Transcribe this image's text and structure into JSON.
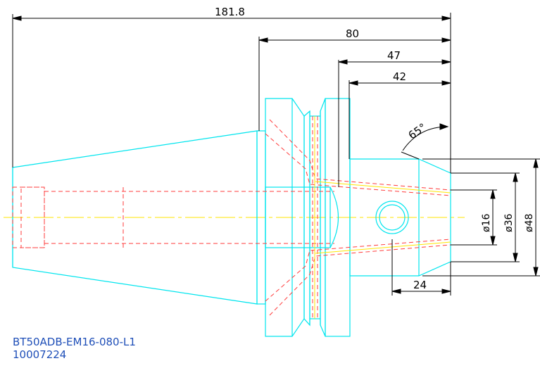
{
  "drawing": {
    "dimensions": {
      "overall_length": "181.8",
      "flange_to_end": "80",
      "length_47": "47",
      "length_42": "42",
      "angle": "65°",
      "bore_diameter": "ø16",
      "body_diameter": "ø36",
      "nose_diameter": "ø48",
      "screw_offset": "24"
    },
    "part_code": "BT50ADB-EM16-080-L1",
    "part_number": "10007224"
  },
  "colors": {
    "outline": "#00e5ee",
    "hidden": "#ff3b3b",
    "centerline": "#ffe600",
    "dimension": "#000000",
    "caption": "#1f4fb8"
  }
}
